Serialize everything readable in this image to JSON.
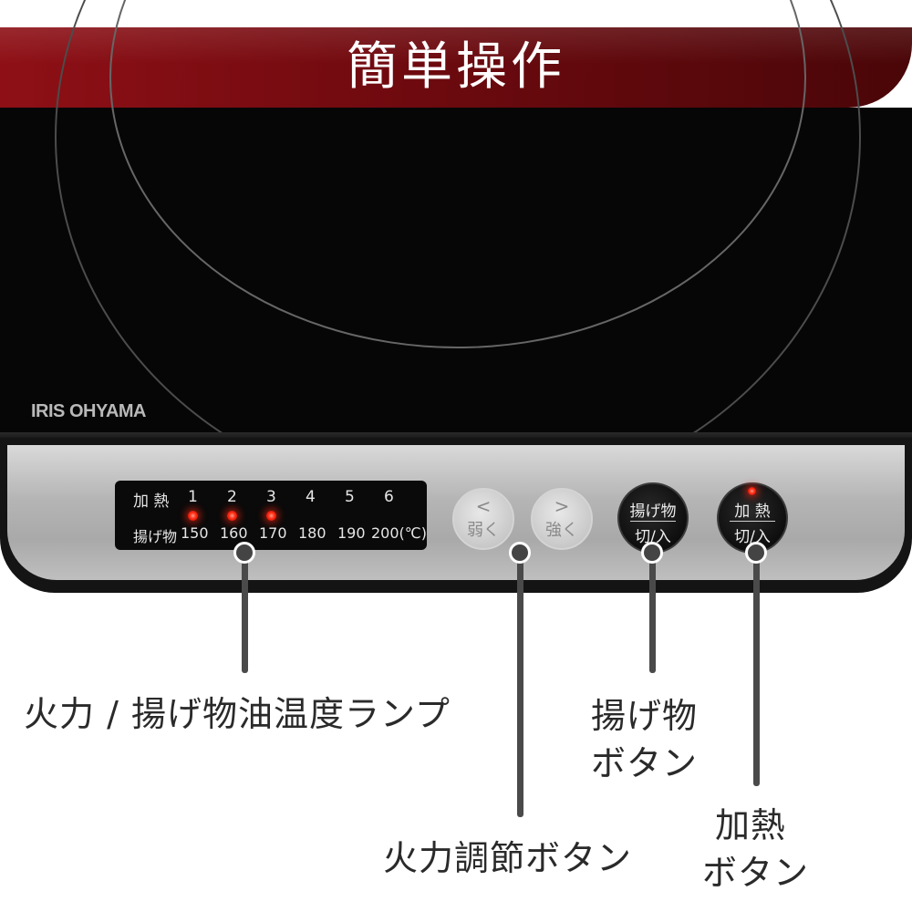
{
  "header": {
    "title": "簡単操作"
  },
  "brand": {
    "logo_text": "IRIS OHYAMA"
  },
  "display": {
    "row1_label": "加 熱",
    "row2_label": "揚げ物",
    "levels": [
      "1",
      "2",
      "3",
      "4",
      "5",
      "6"
    ],
    "temps": [
      "150",
      "160",
      "170",
      "180",
      "190",
      "200(℃)"
    ],
    "lit_levels": 3
  },
  "buttons": {
    "weaker": {
      "symbol": "<",
      "label": "弱く"
    },
    "stronger": {
      "symbol": ">",
      "label": "強く"
    },
    "fry": {
      "top": "揚げ物",
      "bottom": "切/入"
    },
    "heat": {
      "top": "加 熱",
      "bottom": "切/入"
    }
  },
  "callouts": {
    "lamp": "火力 / 揚げ物油温度ランプ",
    "power": "火力調節ボタン",
    "fry_line1": "揚げ物",
    "fry_line2": "ボタン",
    "heat_line1": "加熱",
    "heat_line2": "ボタン"
  },
  "colors": {
    "banner": "#7a0c11",
    "lamp_on": "#ff2a12",
    "glass": "#060606",
    "panel": "#b5b5b5"
  }
}
